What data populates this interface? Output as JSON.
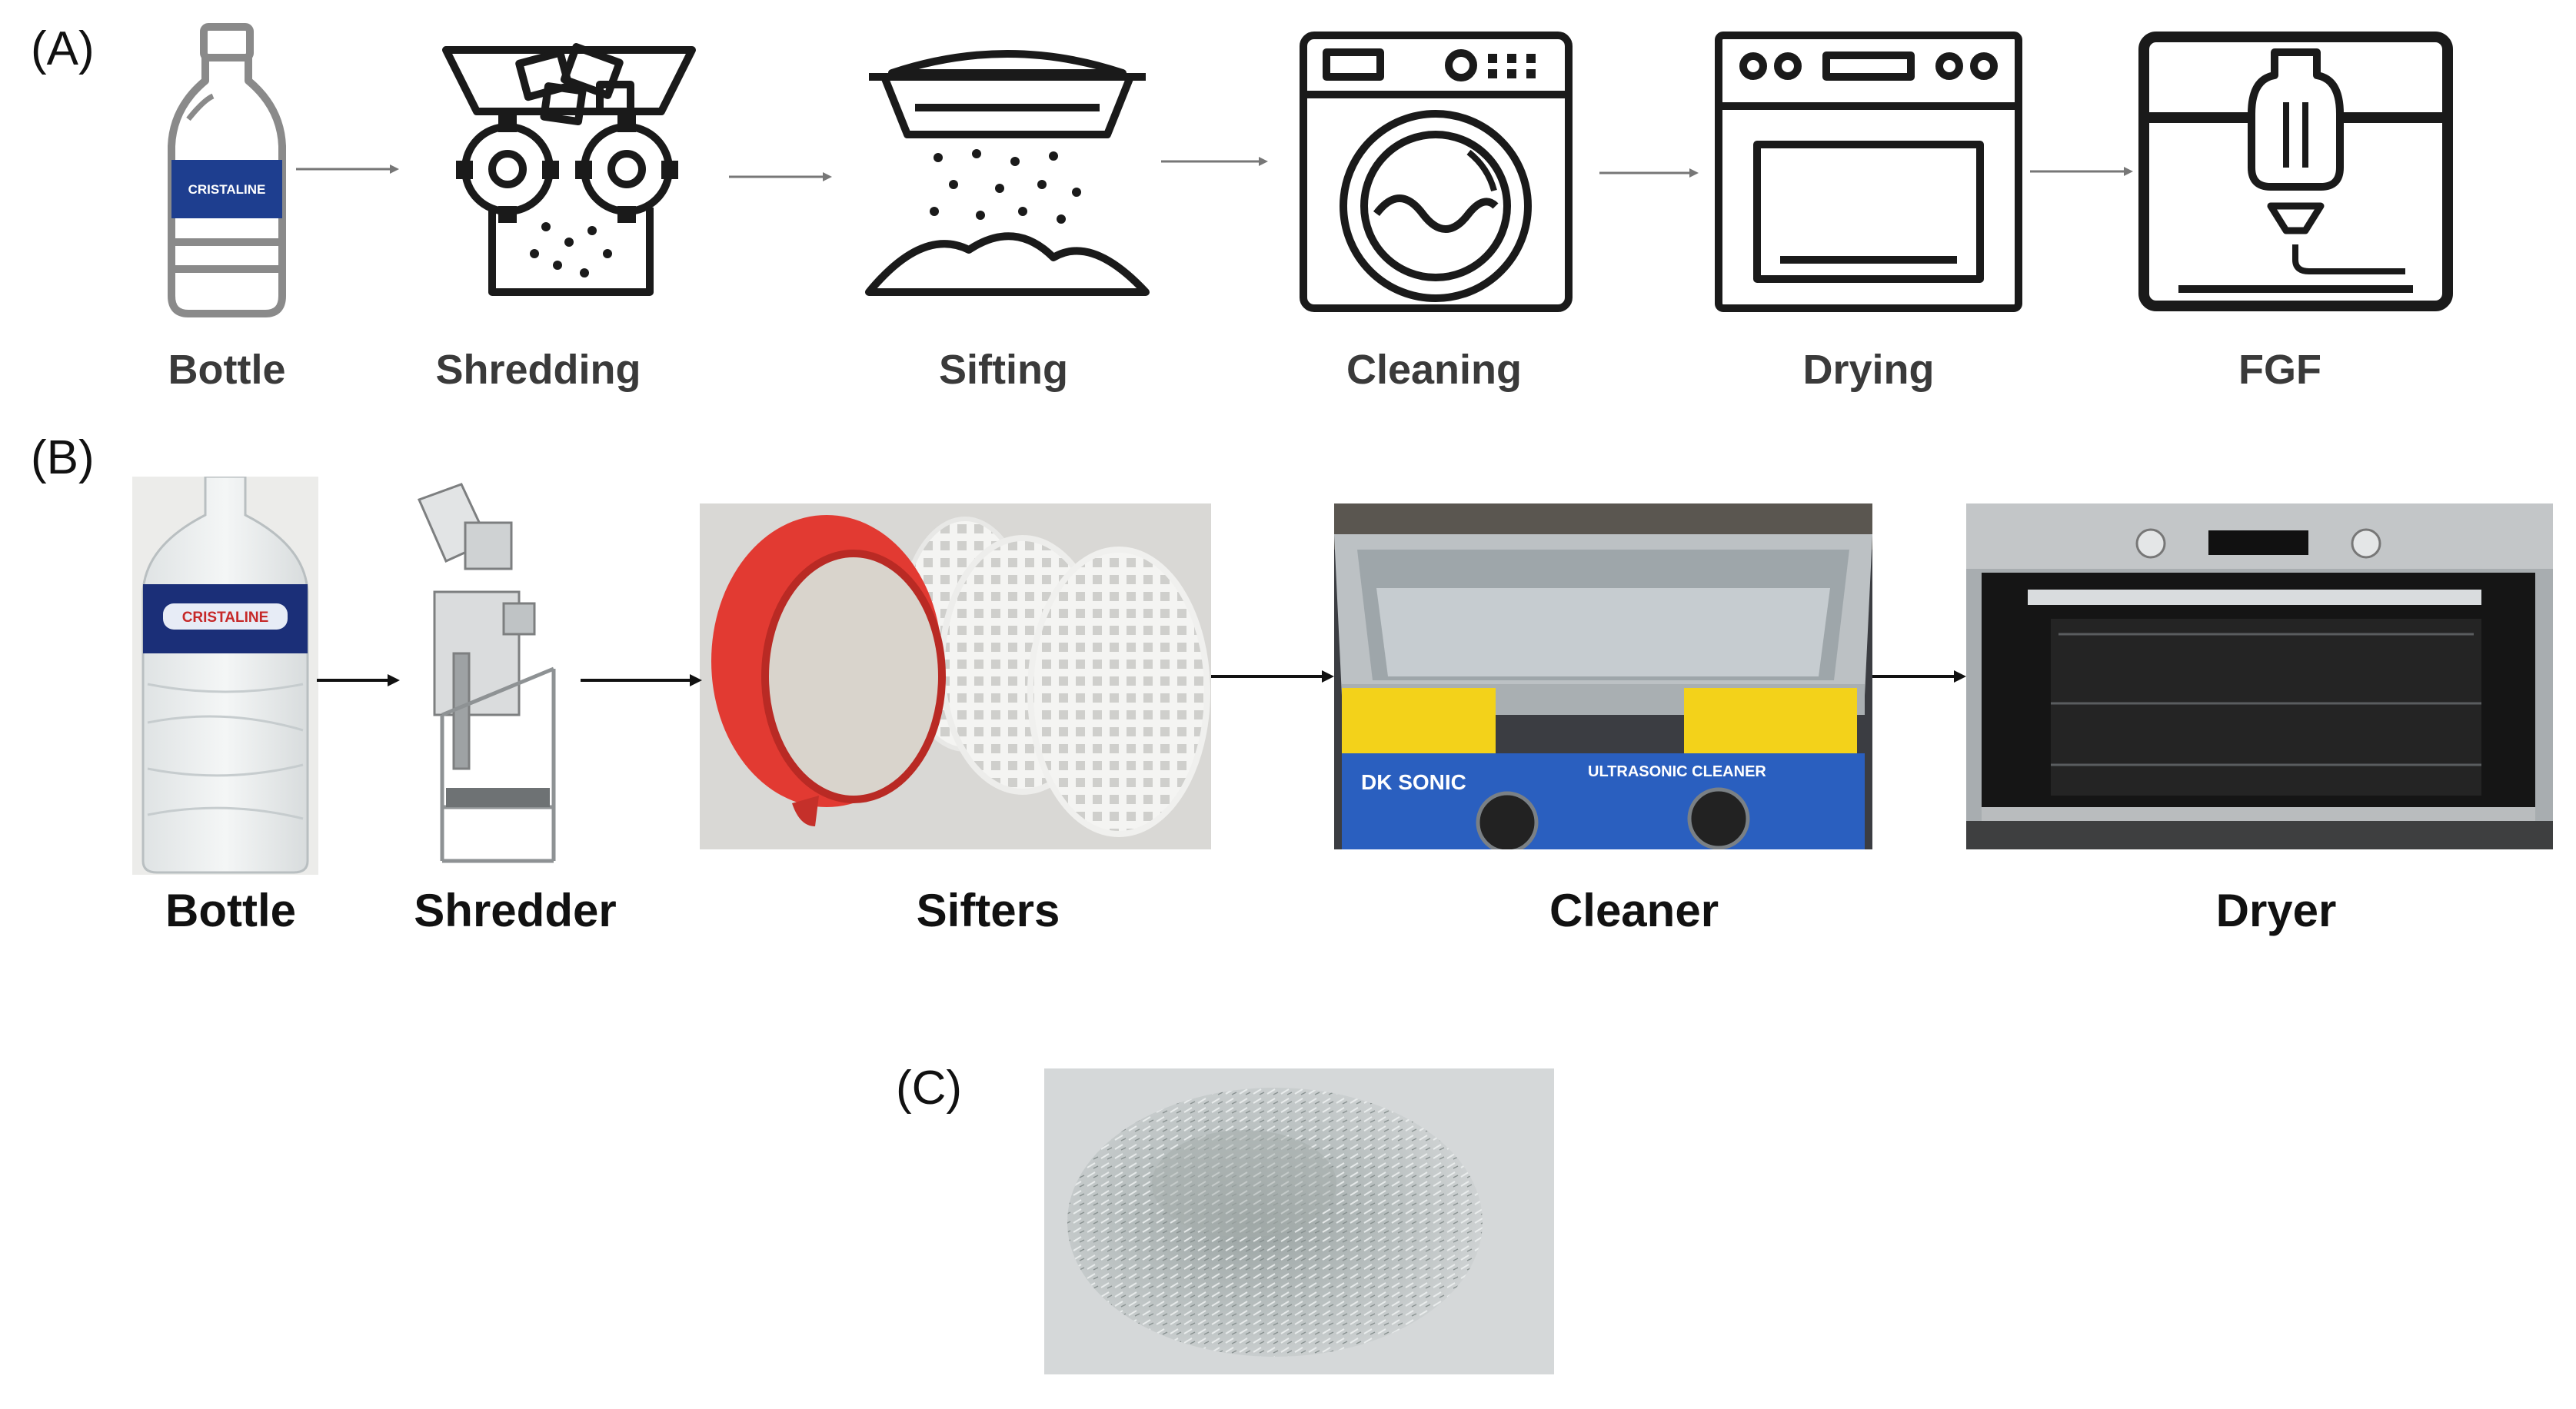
{
  "panels": {
    "a": "(A)",
    "b": "(B)",
    "c": "(C)"
  },
  "process_icons": {
    "bottle": "Bottle",
    "shredding": "Shredding",
    "sifting": "Sifting",
    "cleaning": "Cleaning",
    "drying": "Drying",
    "fgf": "FGF"
  },
  "equipment": {
    "bottle": "Bottle",
    "shredder": "Shredder",
    "sifters": "Sifters",
    "cleaner": "Cleaner",
    "dryer": "Dryer"
  },
  "photo_text": {
    "bottle_brand": "CRISTALINE",
    "cleaner_brand": "DK SONIC",
    "cleaner_model": "ULTRASONIC CLEANER"
  },
  "colors": {
    "icon_stroke": "#1a1a1a",
    "bottle_icon": "#8a8a8a",
    "sifter_red": "#e23a32",
    "cleaner_blue": "#2a5fbf",
    "warning_yellow": "#f3d21a"
  }
}
